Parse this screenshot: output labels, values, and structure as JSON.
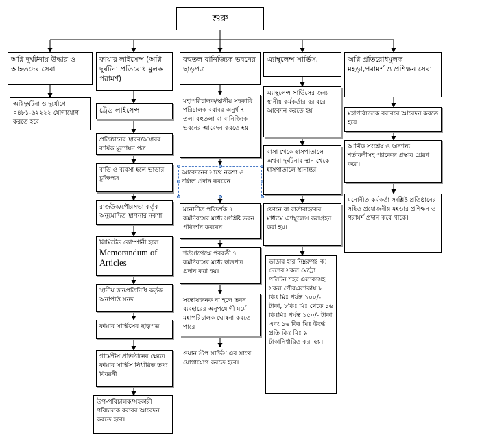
{
  "root": "শুরু",
  "columns": [
    {
      "header": "অগ্নি দুর্ঘটনায় উদ্ধার ও আহতদের সেবা",
      "steps": [
        "অগ্নিদুর্ঘটনা ও দুর্যোগে ০৪৮১-৬২২২২ যোগাযোগ করতে হবে"
      ]
    },
    {
      "header": "ফায়ার লাইসেন্স (অগ্নি দুর্ঘটনা প্রতিরোধ মুলক পরামর্শ)",
      "steps": [
        "ট্রেড লাইসেন্স",
        "প্রতিষ্ঠানের স্থাবর/অস্থাবর বার্ষিক মূল্যায়ন পত্র",
        "বাড়ি ও ব্যবসা হলে ভাড়ার চুক্তিপত্র",
        "রাজউক/পৌরসভা কর্তৃক অনুমোদিত স্থাপনার নকশা",
        "লিমিটেড কোম্পানী হলে",
        "Memorandum of Articles",
        "স্থানীয় জনপ্রতিনিধি কর্তৃক অনাপত্তি সনদ",
        "ফায়ার সার্ভিসের ছাড়পত্র",
        "গার্মেন্টস প্রতিষ্ঠানের ক্ষেত্রে ফায়ার সার্ভিস নির্ধারিত তথ্য বিবরনী",
        "উপ-পরিচালক/সহকারী পরিচালক বরাবর আবেদন করতে হবে।"
      ]
    },
    {
      "header": "বহুতল বানিজ্যিক ভবনের ছাড়পত্র",
      "steps": [
        "মহাপরিচালক/স্থানীয় সহকারি পরিচালক বরাবর অনুর্ধ ৭ তলা বহুতলা বা বানিজ্যিক ভবনের আবেদন করতে হয়",
        "আবেদনের সাথে নকশা ও দলিল প্রদান করবেন",
        "মনোনীত পরিদর্শক ৭ কর্মদিবসের মধ্যে সংশ্লিষ্ট ভবন পরিদর্শন করবেন",
        "শর্তসাপেক্ষে পরবর্তী ৭ কর্মদিবসের মধ্যে ছাড়পত্র প্রদান করা হয়।",
        "সন্তোষজনক না হলে ভবন ব্যবহারের অনুপযোগী মর্মে মহাপরিচালক ঘোষনা করতে পারে",
        "ওয়ান স্টপ সার্ভিস এর সাথে যোগাযোগ করতে হবে।"
      ]
    },
    {
      "header": "এ্যাম্বুলেন্স সার্ভিস,",
      "steps": [
        "এ্যাম্বুলেন্স সার্ভিসের জন্য স্থানীয় কর্মকর্তার বরাবরে আবেদন করতে হয়",
        "বাসা থেকে হাসপাতালে অথবা দুর্ঘটনার স্থান থেকে হাসপাতালে স্থানান্তর",
        "ফোনে বা বার্তাবাহকের মাধ্যমে এ্যাম্বুলেন্স কলগ্রহন করা হয়।",
        "ভাড়ার হার নিম্নরুপঃ ক) দেশের সকল মেট্রো পলিটন শহর এলাকাসহ সকল পৌরএলাকায় ৮ কিঃ মিঃ পর্যন্ত ১০০/- টাকা, ৮কিঃ মিঃ থেকে ১৬ কিঃমিঃ পর্যন্ত ১৫০/- টাকা এবং ১৬ কিঃ মিঃ উর্দ্ধে প্রতি কিঃ মিঃ ৯ টাকানির্ধারিত করা হয়।"
      ]
    },
    {
      "header": "অগ্নি প্রতিরোধমুলক মহড়া,পরামর্শ ও প্রশিক্ষন সেবা",
      "steps": [
        "মহাপরিচালক বরাবরে আবেদন করতে হবে",
        "আর্থিক সংশ্লেষ ও অন্যান্য শর্তাবলীসহ প্যাকেজ প্রস্তাব প্রেরণ করে।",
        "মনোনীত কর্মকর্তা সংশ্লিষ্ট প্রতিষ্ঠানের সহিত প্রযোজনীয় মহড়ার প্রশিক্ষন ও পরামর্শ প্রদান করে থাকে।"
      ]
    }
  ]
}
